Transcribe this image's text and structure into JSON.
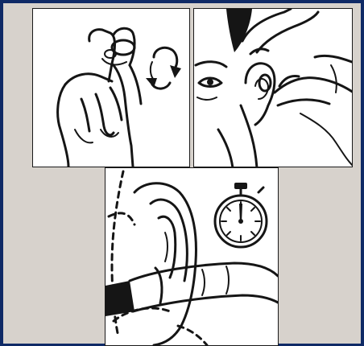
{
  "colors": {
    "frame_background": "#0f2a66",
    "card_background": "#d7d2cc",
    "panel_background": "#ffffff",
    "ink": "#151515"
  },
  "panels": [
    {
      "name": "roll-earplug",
      "icons": [
        "hand-icon",
        "rotate-arrows-icon"
      ]
    },
    {
      "name": "insert-earplug",
      "icons": [
        "face-icon",
        "hand-icon"
      ]
    },
    {
      "name": "hold-in-place",
      "icons": [
        "ear-icon",
        "finger-icon",
        "stopwatch-icon"
      ]
    }
  ]
}
